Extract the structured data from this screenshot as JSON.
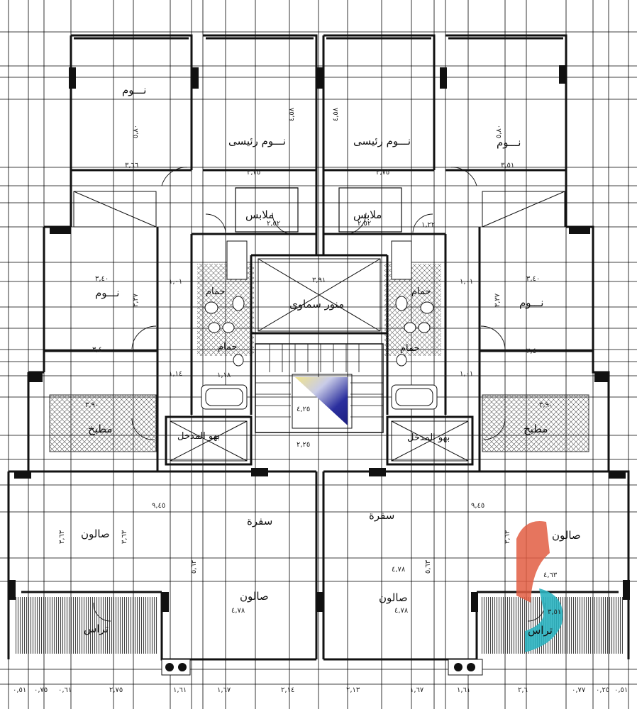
{
  "rooms": {
    "bed_tl": "نـــوم",
    "master_l": "نـــوم رئيسى",
    "master_r": "نـــوم رئيسى",
    "bed_tr": "نـــوم",
    "closet_l": "ملابس",
    "closet_r": "ملابس",
    "bed_ml": "نـــوم",
    "bed_mr": "نـــوم",
    "shaft": "منور سماوى",
    "bath_l1": "حمام",
    "bath_l2": "حمام",
    "bath_r1": "حمام",
    "bath_r2": "حمام",
    "kitchen_l": "مطبخ",
    "kitchen_r": "مطبخ",
    "entry_l": "بهو المدخل",
    "entry_r": "بهو المدخل",
    "dining_l": "سفرة",
    "dining_r": "سفرة",
    "salon_ll": "صالون",
    "salon_lc": "صالون",
    "salon_rc": "صالون",
    "salon_rr": "صالون",
    "terrace_l": "تراس",
    "terrace_r": "تراس"
  },
  "dims": {
    "d1": "٣,٦٦",
    "d2": "٣,٧٥",
    "d3": "٣,٧٥",
    "d4": "٣,٥١",
    "d5": "٢,٥٢",
    "d6": "٢,٥٢",
    "d7": "٣,٤٠",
    "d8": "٣,٤٠",
    "d9": "٣,٤٠",
    "d10": "٣,٤٠",
    "d11": "٣,٩١",
    "d12": "٣,٩٠",
    "d13": "٣,٩٠",
    "d14": "٩,٤٥",
    "d15": "٩,٤٥",
    "d16": "٤,٧٨",
    "d17": "٤,٧٨",
    "d18": "٤,٧٨",
    "d19": "١,٠١",
    "d20": "١,٠١",
    "d21": "١,١٤",
    "d22": "١,١٨",
    "d23": "١,٠١",
    "d24": "٢,٢٥",
    "d25": "١,٢٢",
    "d26": "٤,٥٨",
    "d27": "٤,٥٨",
    "d28": "٥,٨٠",
    "d29": "٥,٨٠",
    "d30": "٣,٦٣",
    "d31": "٣,٦٣",
    "d32": "٥,٦٣",
    "d33": "٥,٦٣",
    "d34": "٣,٦٣",
    "d35": "٤,٦٣",
    "d36": "٣,٥١",
    "d37": "٤,٢٥",
    "d38": "٣,٣٧",
    "d39": "٣,٣٧"
  },
  "bottom_dims": [
    "٠,٥١",
    "٠,٧٥",
    "٠,٦١",
    "٢,٧٥",
    "١,٦١",
    "١,٦٧",
    "٢,١٤",
    "٢,١٣",
    "١,٦٧",
    "١,٦١",
    "٢,٦",
    "٠,٧٧",
    "٠,٢٥",
    "٠,٥١"
  ],
  "colors": {
    "wall": "#111111",
    "hatch": "#555555",
    "stair_fill": "#2b2f9e",
    "stair_fill_light": "#c9cce8",
    "stair_yellow": "#f1e48a",
    "logo_red": "#e25d42",
    "logo_teal": "#2bb3c0"
  }
}
